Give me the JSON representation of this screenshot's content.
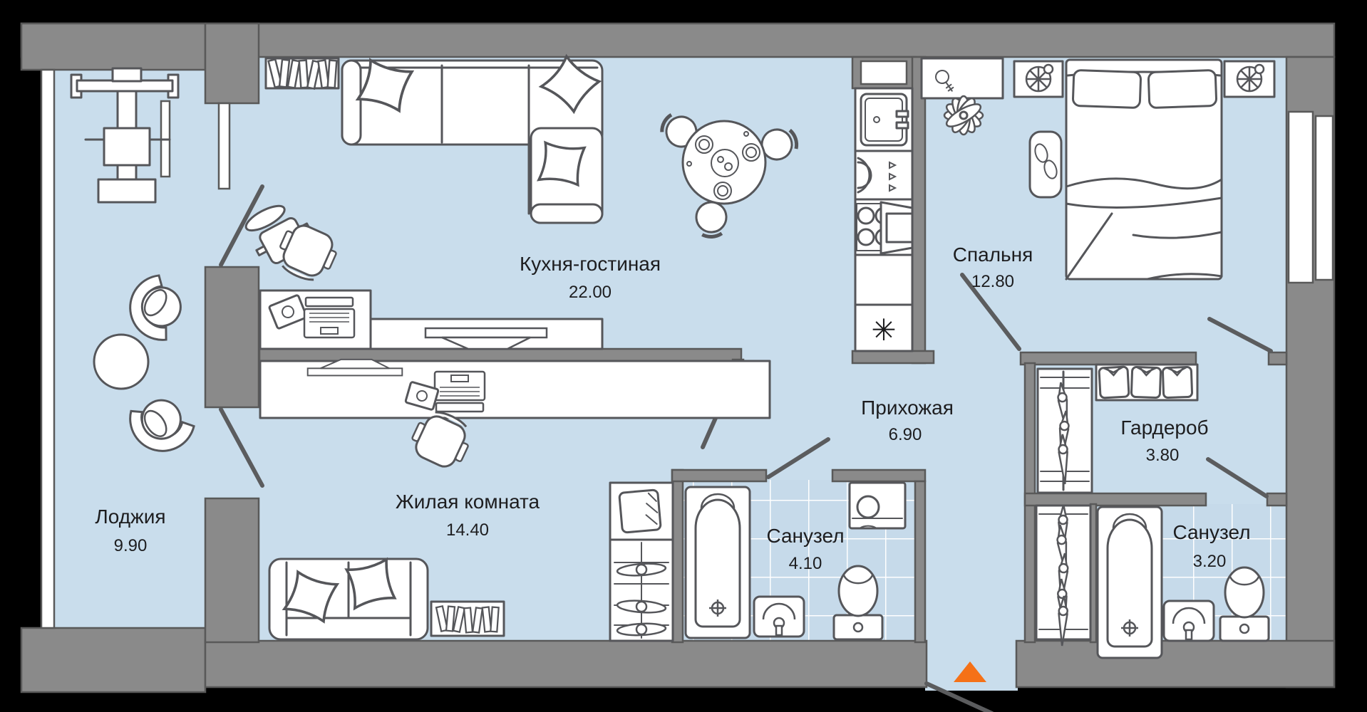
{
  "plan": {
    "colors": {
      "background": "#000000",
      "floor": "#c9ddec",
      "tile": "#c6daea",
      "tile_grid": "#ffffff",
      "wall": "#8a8a8a",
      "wall_outline": "#595959",
      "furniture_outline": "#55565a",
      "label": "#1d1d1f",
      "entrance_accent": "#f57117"
    },
    "rooms": [
      {
        "id": "kitchen-living",
        "name": "Кухня-гостиная",
        "area": "22.00"
      },
      {
        "id": "bedroom",
        "name": "Спальня",
        "area": "12.80"
      },
      {
        "id": "hallway",
        "name": "Прихожая",
        "area": "6.90"
      },
      {
        "id": "wardrobe",
        "name": "Гардероб",
        "area": "3.80"
      },
      {
        "id": "living-room",
        "name": "Жилая комната",
        "area": "14.40"
      },
      {
        "id": "loggia",
        "name": "Лоджия",
        "area": "9.90"
      },
      {
        "id": "bathroom-1",
        "name": "Санузел",
        "area": "4.10"
      },
      {
        "id": "bathroom-2",
        "name": "Санузел",
        "area": "3.20"
      }
    ],
    "icons": {
      "freezer": "✳"
    },
    "entrance": {
      "marker": "triangle-up",
      "color": "#f57117"
    }
  }
}
